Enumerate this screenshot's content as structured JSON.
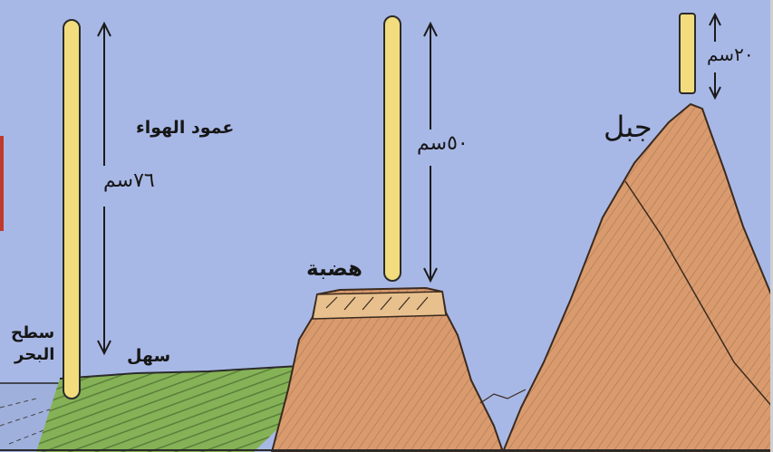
{
  "labels": {
    "air_column": "عمود الهواء",
    "plain_pressure": "٧٦سم",
    "plateau_pressure": "٥٠سم",
    "mountain_pressure": "٢٠سم",
    "plain": "سهل",
    "sea_level_line1": "سطح",
    "sea_level_line2": "البحر",
    "plateau": "هضبة",
    "mountain": "جبل"
  },
  "colors": {
    "sky": "#a8b8e6",
    "column_fill": "#f2dc7e",
    "plain_green": "#86b257",
    "rock_orange": "#d99b6e",
    "frame_accent": "#c0392b"
  }
}
